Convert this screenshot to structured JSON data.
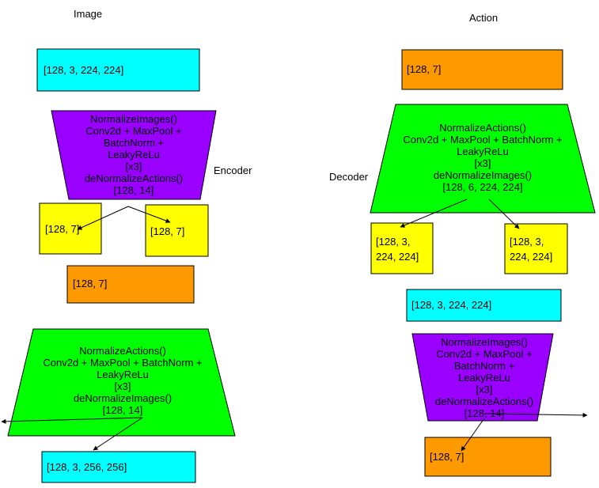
{
  "headings": {
    "image": "Image",
    "action": "Action"
  },
  "side_labels": {
    "encoder": "Encoder",
    "decoder": "Decoder"
  },
  "colors": {
    "cyan": "#00ffff",
    "orange": "#ff9900",
    "yellow": "#ffff00",
    "green": "#00ff00",
    "purple": "#9900ff",
    "stroke": "#000000"
  },
  "left": {
    "input_tensor": "[128, 3, 224, 224]",
    "encoder_block": {
      "lines": [
        "NormalizeImages()",
        "Conv2d + MaxPool +",
        "BatchNorm +",
        "LeakyReLu",
        "[x3]",
        "deNormalizeActions()",
        "[128, 14]"
      ]
    },
    "split_a": "[128, 7]",
    "split_b": "[128, 7]",
    "action_tensor": "[128, 7]",
    "decoder_block": {
      "lines": [
        "NormalizeActions()",
        "Conv2d + MaxPool + BatchNorm +",
        "LeakyReLu",
        "[x3]",
        "deNormalizeImages()",
        "[128, 14]"
      ]
    },
    "output_tensor": "[128, 3, 256, 256]"
  },
  "right": {
    "input_tensor": "[128, 7]",
    "decoder_block": {
      "lines": [
        "NormalizeActions()",
        "Conv2d + MaxPool + BatchNorm +",
        "LeakyReLu",
        "[x3]",
        "deNormalizeImages()",
        "[128, 6, 224, 224]"
      ]
    },
    "split_a": [
      "[128, 3,",
      "224, 224]"
    ],
    "split_b": [
      "[128, 3,",
      "224, 224]"
    ],
    "image_tensor": "[128, 3, 224, 224]",
    "encoder_block": {
      "lines": [
        "NormalizeImages()",
        "Conv2d + MaxPool +",
        "BatchNorm +",
        "LeakyReLu",
        "[x3]",
        "deNormalizeActions()",
        "[128, 14]"
      ]
    },
    "output_tensor": "[128, 7]"
  }
}
